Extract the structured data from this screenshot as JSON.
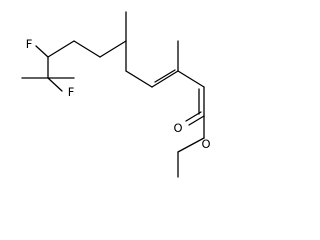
{
  "figure": {
    "type": "skeletal-structure",
    "background_color": "#ffffff",
    "bond_color": "#000000",
    "atom_labels": [
      {
        "id": "f1",
        "text": "F"
      },
      {
        "id": "f2",
        "text": "F"
      },
      {
        "id": "o1",
        "text": "O"
      },
      {
        "id": "o2",
        "text": "O"
      }
    ]
  }
}
